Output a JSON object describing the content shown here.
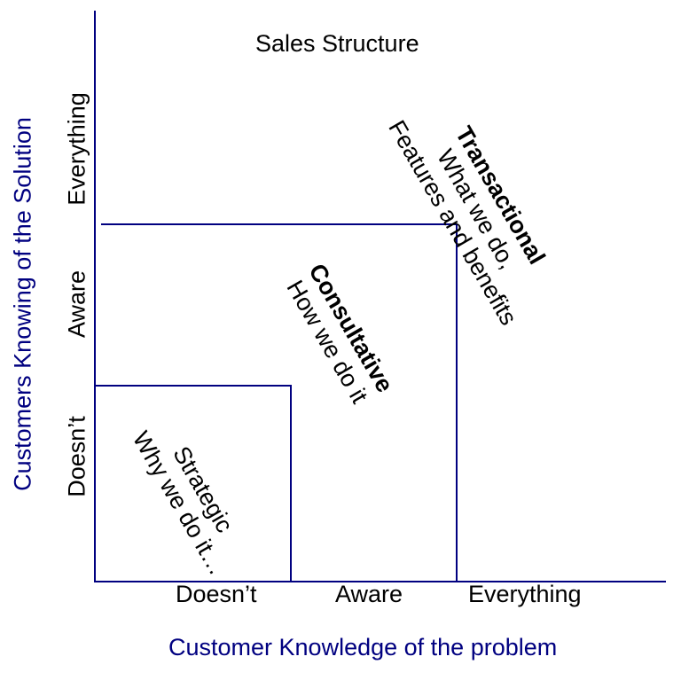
{
  "title": "Sales Structure",
  "colors": {
    "axis": "#000080",
    "region_border": "#000080",
    "axis_title": "#000080",
    "text": "#000000"
  },
  "x_axis": {
    "title": "Customer Knowledge of the problem",
    "ticks": [
      "Doesn’t",
      "Aware",
      "Everything"
    ]
  },
  "y_axis": {
    "title": "Customers Knowing of the Solution",
    "ticks": [
      "Doesn’t",
      "Aware",
      "Everything"
    ]
  },
  "regions": {
    "strategic": {
      "heading": "Strategic",
      "line1": "Why we do it…"
    },
    "consultative": {
      "heading": "Consultative",
      "line1": "How we do it"
    },
    "transactional": {
      "heading": "Transactional",
      "line1": "What we do,",
      "line2": "Features and benefits"
    }
  }
}
